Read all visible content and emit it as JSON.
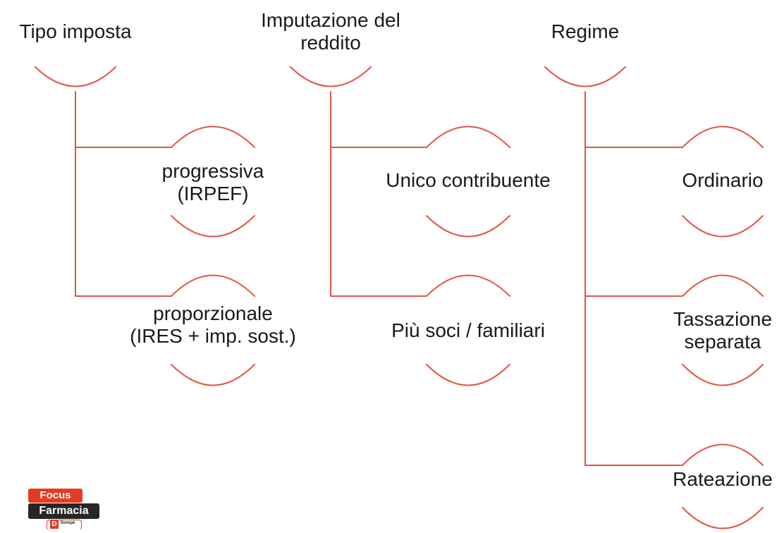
{
  "colors": {
    "line": "#e0573f",
    "text": "#1a1a1a",
    "logo_red": "#e53b24",
    "logo_dark": "#262626"
  },
  "headers": {
    "tipo": "Tipo imposta",
    "imputazione_line1": "Imputazione del",
    "imputazione_line2": "reddito",
    "regime": "Regime"
  },
  "children": {
    "tipo_1_line1": "progressiva",
    "tipo_1_line2": "(IRPEF)",
    "tipo_2_line1": "proporzionale",
    "tipo_2_line2": "(IRES + imp. sost.)",
    "imp_1": "Unico contribuente",
    "imp_2": "Più soci / familiari",
    "regime_1": "Ordinario",
    "regime_2_line1": "Tassazione",
    "regime_2_line2": "separata",
    "regime_3": "Rateazione"
  },
  "logo": {
    "word1": "Focus",
    "word2": "Farmacia",
    "badge_letter": "D",
    "badge_name": "Dompé"
  }
}
